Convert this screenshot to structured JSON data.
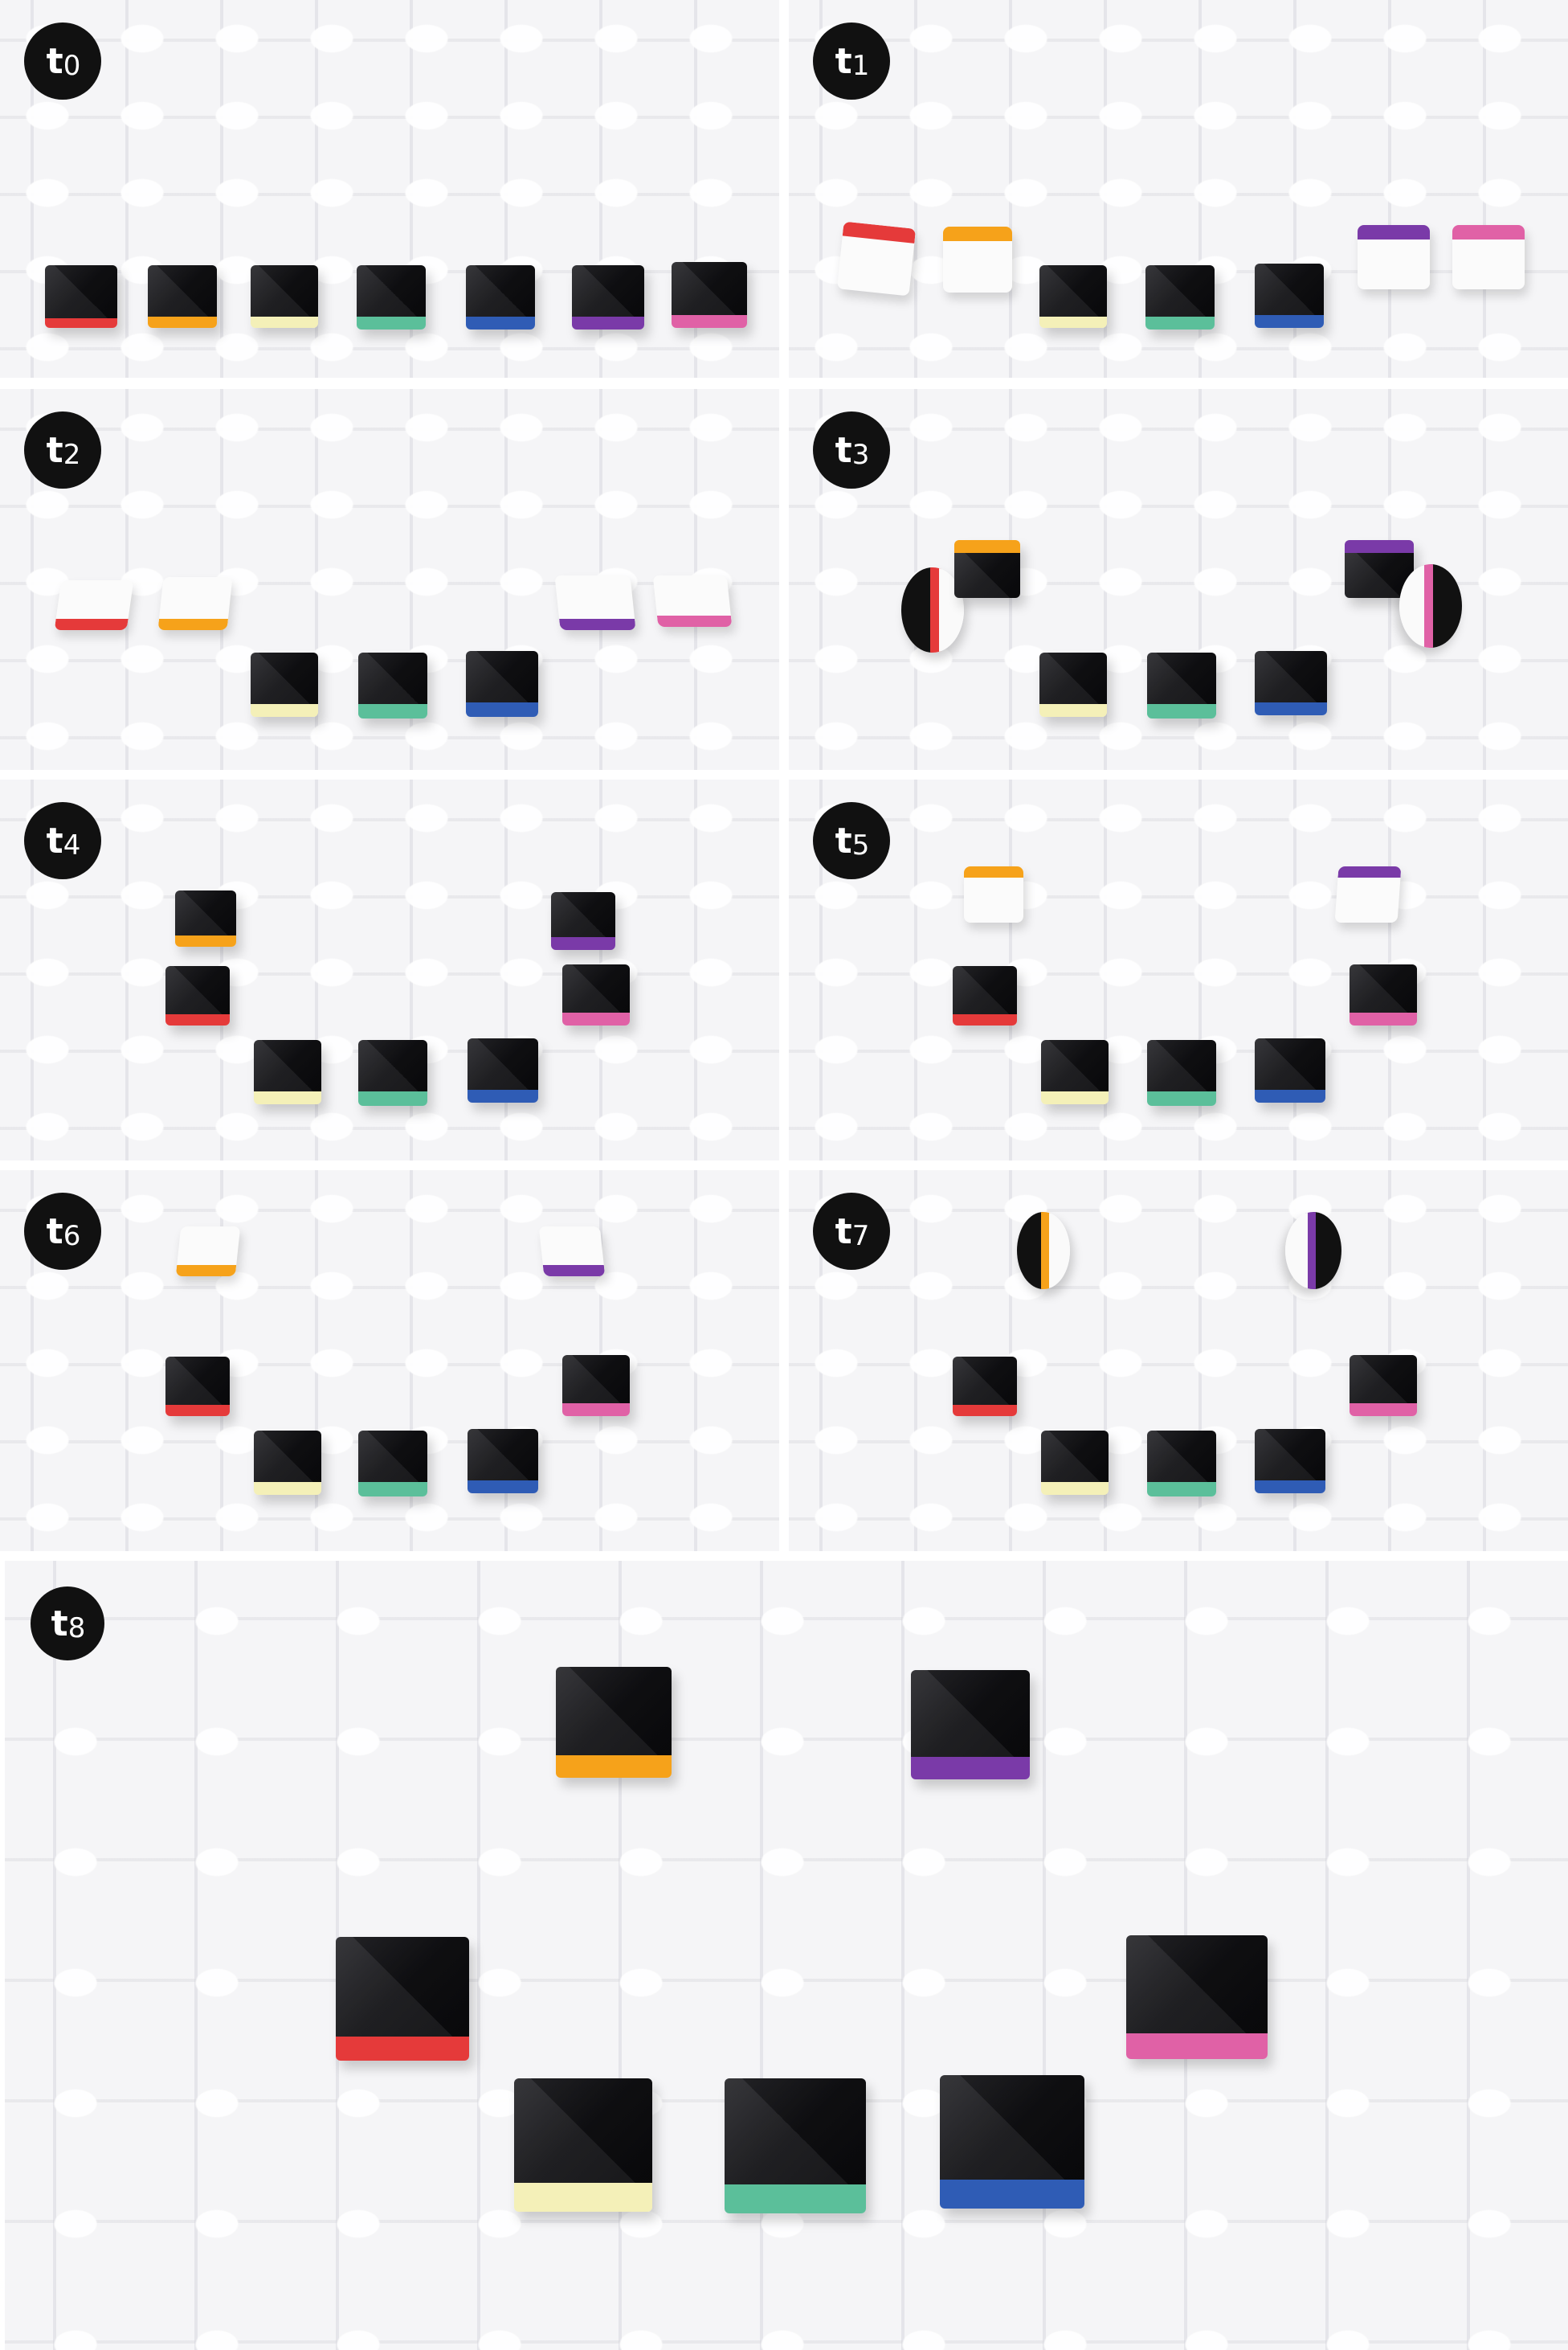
{
  "panels": [
    {
      "label": "t",
      "sub": "0"
    },
    {
      "label": "t",
      "sub": "1"
    },
    {
      "label": "t",
      "sub": "2"
    },
    {
      "label": "t",
      "sub": "3"
    },
    {
      "label": "t",
      "sub": "4"
    },
    {
      "label": "t",
      "sub": "5"
    },
    {
      "label": "t",
      "sub": "6"
    },
    {
      "label": "t",
      "sub": "7"
    },
    {
      "label": "t",
      "sub": "8"
    }
  ],
  "colors": {
    "red": "#e53a3a",
    "orange": "#f6a21a",
    "yellow": "#f4f0b8",
    "green": "#5bbf9a",
    "blue": "#2f5cb5",
    "purple": "#7a3aa8",
    "pink": "#e061a6",
    "black": "#111111"
  },
  "blocks_per_panel": [
    "red",
    "orange",
    "yellow",
    "green",
    "blue",
    "purple",
    "pink"
  ]
}
